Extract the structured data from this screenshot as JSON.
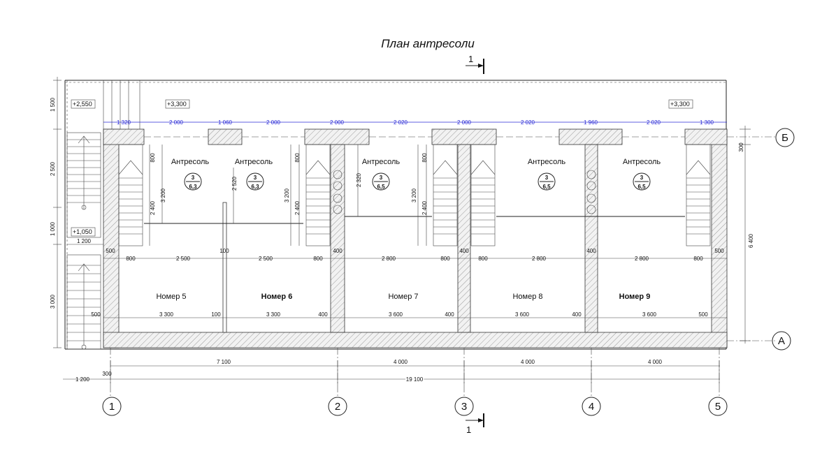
{
  "title": "План антресоли",
  "section_mark": "1",
  "axes": {
    "columns": [
      "1",
      "2",
      "3",
      "4",
      "5"
    ],
    "rows": [
      "Б",
      "А"
    ]
  },
  "elevations": [
    "+2,550",
    "+3,300",
    "+3,300",
    "+1,050"
  ],
  "rooms": [
    {
      "name": "Номер 5",
      "bold": false
    },
    {
      "name": "Номер 6",
      "bold": true
    },
    {
      "name": "Номер 7",
      "bold": false
    },
    {
      "name": "Номер 8",
      "bold": false
    },
    {
      "name": "Номер 9",
      "bold": true
    }
  ],
  "mezzanines": [
    {
      "label": "Антресоль",
      "num": "3",
      "area": "6,3"
    },
    {
      "label": "Антресоль",
      "num": "3",
      "area": "6,3"
    },
    {
      "label": "Антресоль",
      "num": "3",
      "area": "6,5"
    },
    {
      "label": "Антресоль",
      "num": "3",
      "area": "6,5"
    },
    {
      "label": "Антресоль",
      "num": "3",
      "area": "6,5"
    }
  ],
  "top_dims": [
    "1 320",
    "2 000",
    "1 060",
    "2 000",
    "2 000",
    "2 020",
    "2 000",
    "2 020",
    "1 960",
    "2 020",
    "1 300"
  ],
  "mid_dims": [
    "500",
    "800",
    "2 500",
    "100",
    "2 500",
    "800",
    "400",
    "2 800",
    "800",
    "400",
    "800",
    "2 800",
    "400",
    "2 800",
    "800",
    "500"
  ],
  "low_dims": [
    "500",
    "3 300",
    "100",
    "3 300",
    "400",
    "3 600",
    "400",
    "3 600",
    "400",
    "3 600",
    "500"
  ],
  "inner_vertical_dims": [
    "800",
    "3 200",
    "2 400",
    "2 520",
    "3 200",
    "800",
    "2 400",
    "2 320",
    "3 200",
    "800",
    "2 400"
  ],
  "left_dims": [
    "1 500",
    "2 500",
    "1 000",
    "3 000",
    "1 200"
  ],
  "right_dims": [
    "300",
    "6 400"
  ],
  "bottom_dims": {
    "spans": [
      "7 100",
      "4 000",
      "4 000",
      "4 000"
    ],
    "total": "19 100",
    "left": "1 200",
    "offset": "300"
  }
}
